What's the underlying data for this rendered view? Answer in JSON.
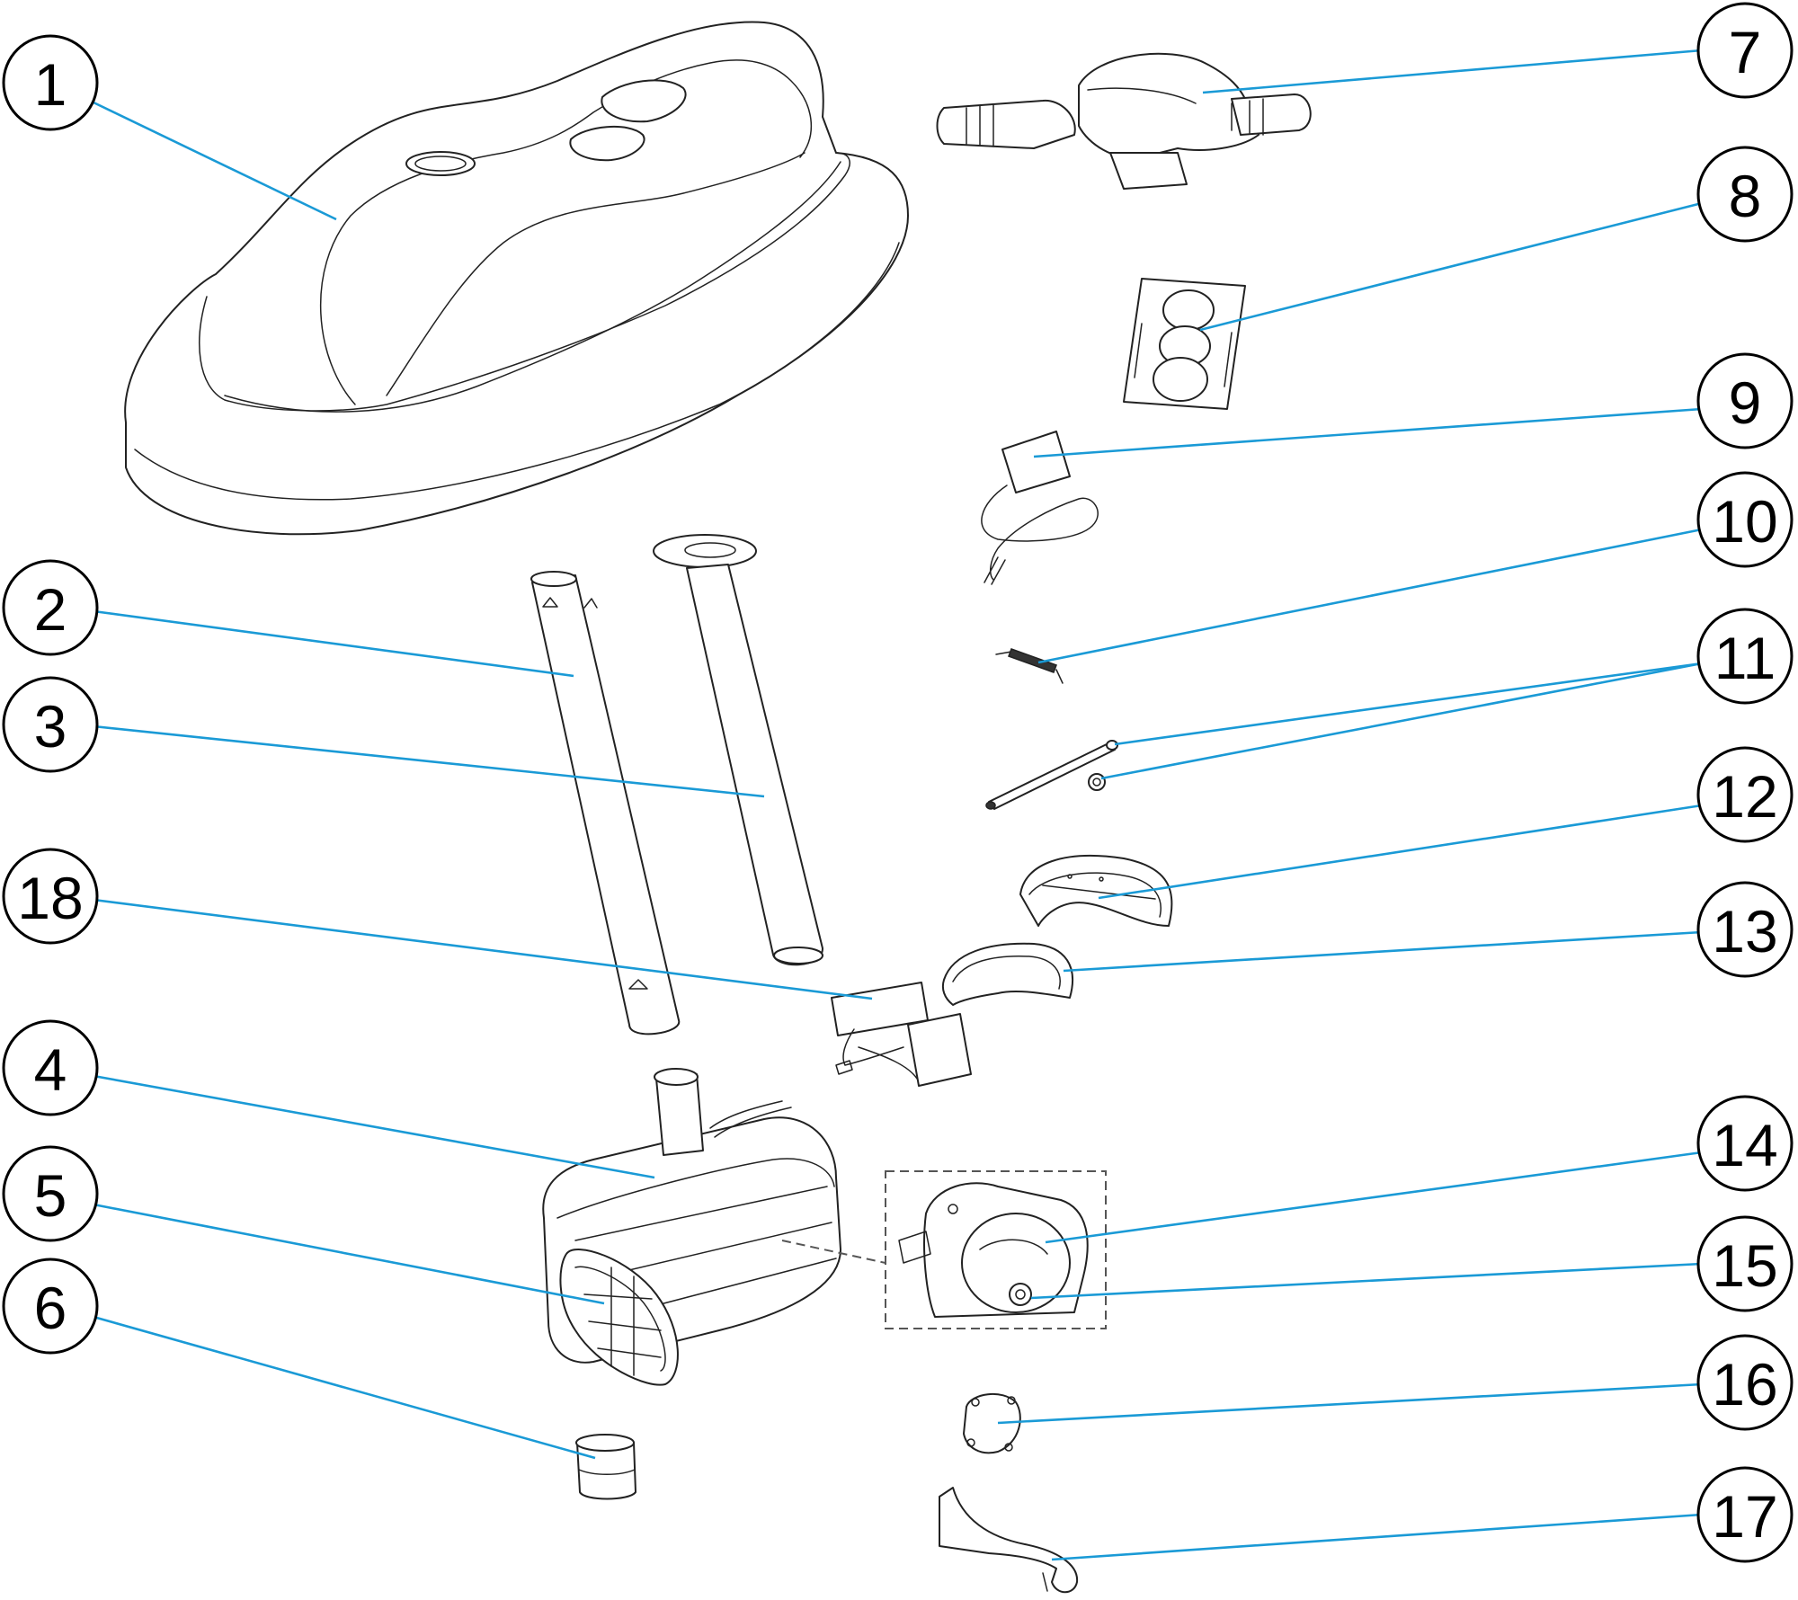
{
  "callouts": [
    {
      "id": "c1",
      "label": "1"
    },
    {
      "id": "c2",
      "label": "2"
    },
    {
      "id": "c3",
      "label": "3"
    },
    {
      "id": "c4",
      "label": "4"
    },
    {
      "id": "c5",
      "label": "5"
    },
    {
      "id": "c6",
      "label": "6"
    },
    {
      "id": "c7",
      "label": "7"
    },
    {
      "id": "c8",
      "label": "8"
    },
    {
      "id": "c9",
      "label": "9"
    },
    {
      "id": "c10",
      "label": "10"
    },
    {
      "id": "c11",
      "label": "11"
    },
    {
      "id": "c12",
      "label": "12"
    },
    {
      "id": "c13",
      "label": "13"
    },
    {
      "id": "c14",
      "label": "14"
    },
    {
      "id": "c15",
      "label": "15"
    },
    {
      "id": "c16",
      "label": "16"
    },
    {
      "id": "c17",
      "label": "17"
    },
    {
      "id": "c18",
      "label": "18"
    }
  ],
  "colors": {
    "leader": "#1a9ad6",
    "outline": "#222222",
    "background": "#ffffff"
  }
}
